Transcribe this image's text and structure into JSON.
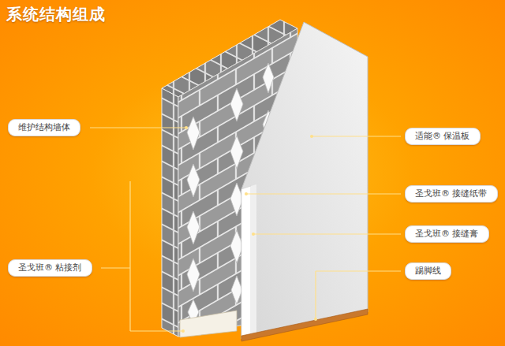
{
  "diagram": {
    "title": "系统结构组成",
    "nodes": [
      {
        "text": [
          "维护结构墙体"
        ]
      },
      {
        "text": [
          "适能® 保温板"
        ]
      },
      {
        "text": [
          "圣戈班® 接缝纸带"
        ]
      },
      {
        "text": [
          "圣戈班® 接缝膏"
        ]
      },
      {
        "text": [
          "圣戈班® 粘接剂"
        ]
      },
      {
        "text": [
          "踢脚线"
        ]
      }
    ]
  }
}
